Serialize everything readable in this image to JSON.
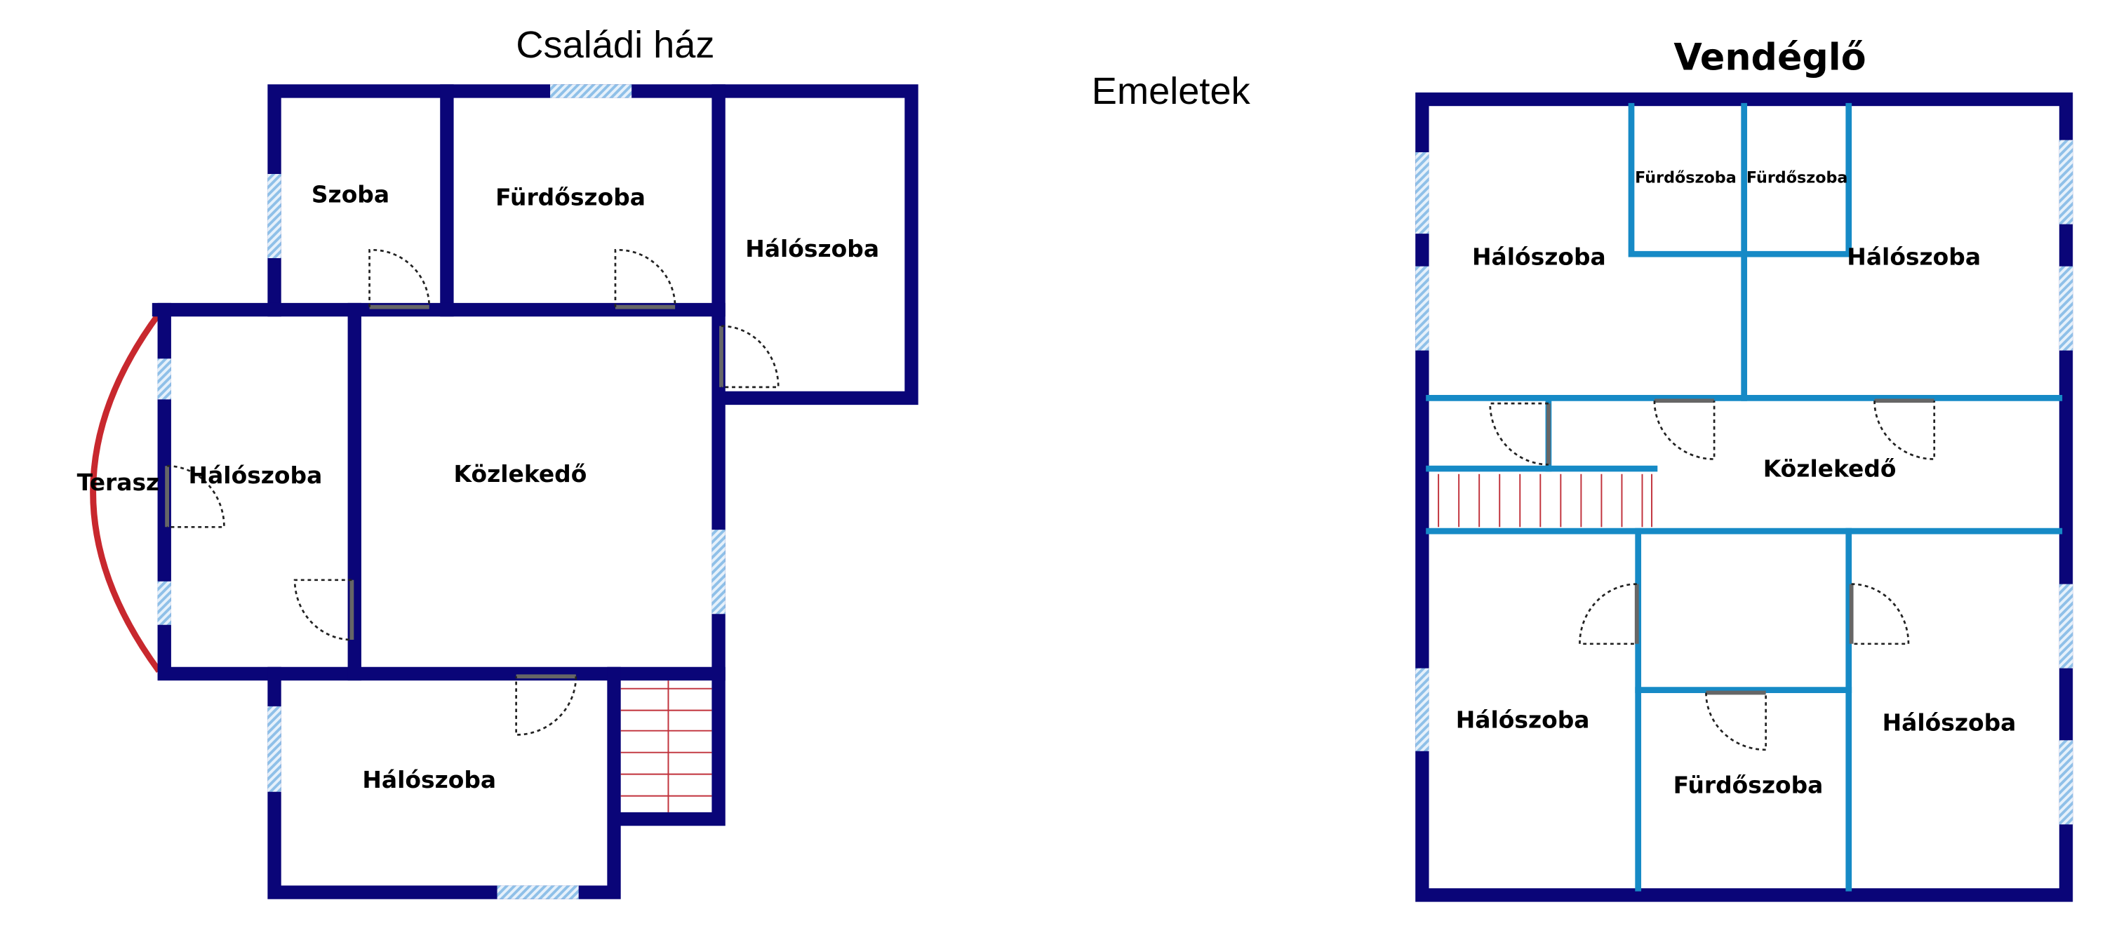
{
  "house": {
    "title": "Családi ház",
    "rooms": {
      "szoba": "Szoba",
      "bathroom": "Fürdőszoba",
      "bedroom_right": "Hálószoba",
      "terrace": "Terasz",
      "bedroom_left": "Hálószoba",
      "corridor": "Közlekedő",
      "bedroom_bottom": "Hálószoba"
    }
  },
  "middle_label": "Emeletek",
  "restaurant": {
    "title": "Vendéglő",
    "rooms": {
      "bedroom_top_left": "Hálószoba",
      "bathroom_small_1": "Fürdőszoba",
      "bathroom_small_2": "Fürdőszoba",
      "bedroom_top_right": "Hálószoba",
      "corridor": "Közlekedő",
      "bedroom_bottom_left": "Hálószoba",
      "bathroom_bottom": "Fürdőszoba",
      "bedroom_bottom_right": "Hálószoba"
    }
  },
  "colors": {
    "outer_wall": "#0a0578",
    "inner_wall": "#168ac6",
    "window": "#9cc8ea",
    "terrace": "#c8282e",
    "stairs": "#c0303a"
  }
}
